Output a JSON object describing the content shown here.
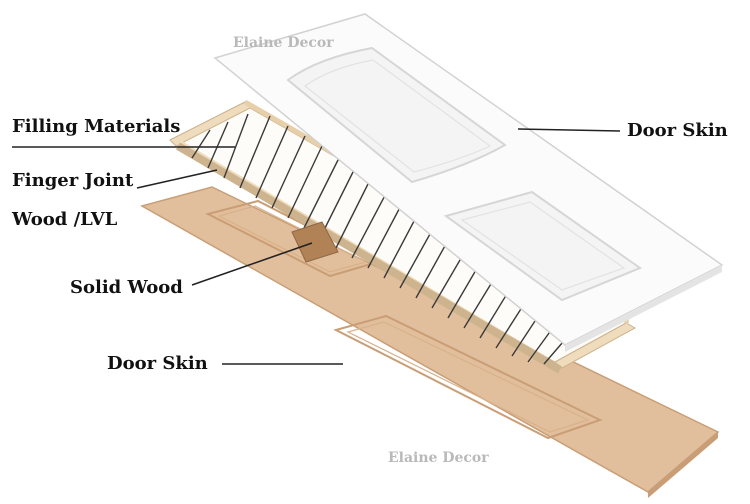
{
  "watermarks": {
    "top": "Elaine Decor",
    "bottom": "Elaine Decor"
  },
  "labels": {
    "filling_materials": "Filling Materials",
    "finger_joint": "Finger Joint",
    "wood_lvl": "Wood /LVL",
    "solid_wood": "Solid Wood",
    "door_skin_bottom": "Door Skin",
    "door_skin_top": "Door Skin"
  },
  "colors": {
    "bottom_skin": "#e2bf9c",
    "bottom_skin_edge": "#c99e76",
    "frame": "#efdcbd",
    "frame_edge": "#cdb48f",
    "solid_wood_block": "#b08256",
    "white_skin": "#fbfbfb",
    "white_skin_shadow": "#dcdcdc",
    "leader_line": "#222222"
  }
}
